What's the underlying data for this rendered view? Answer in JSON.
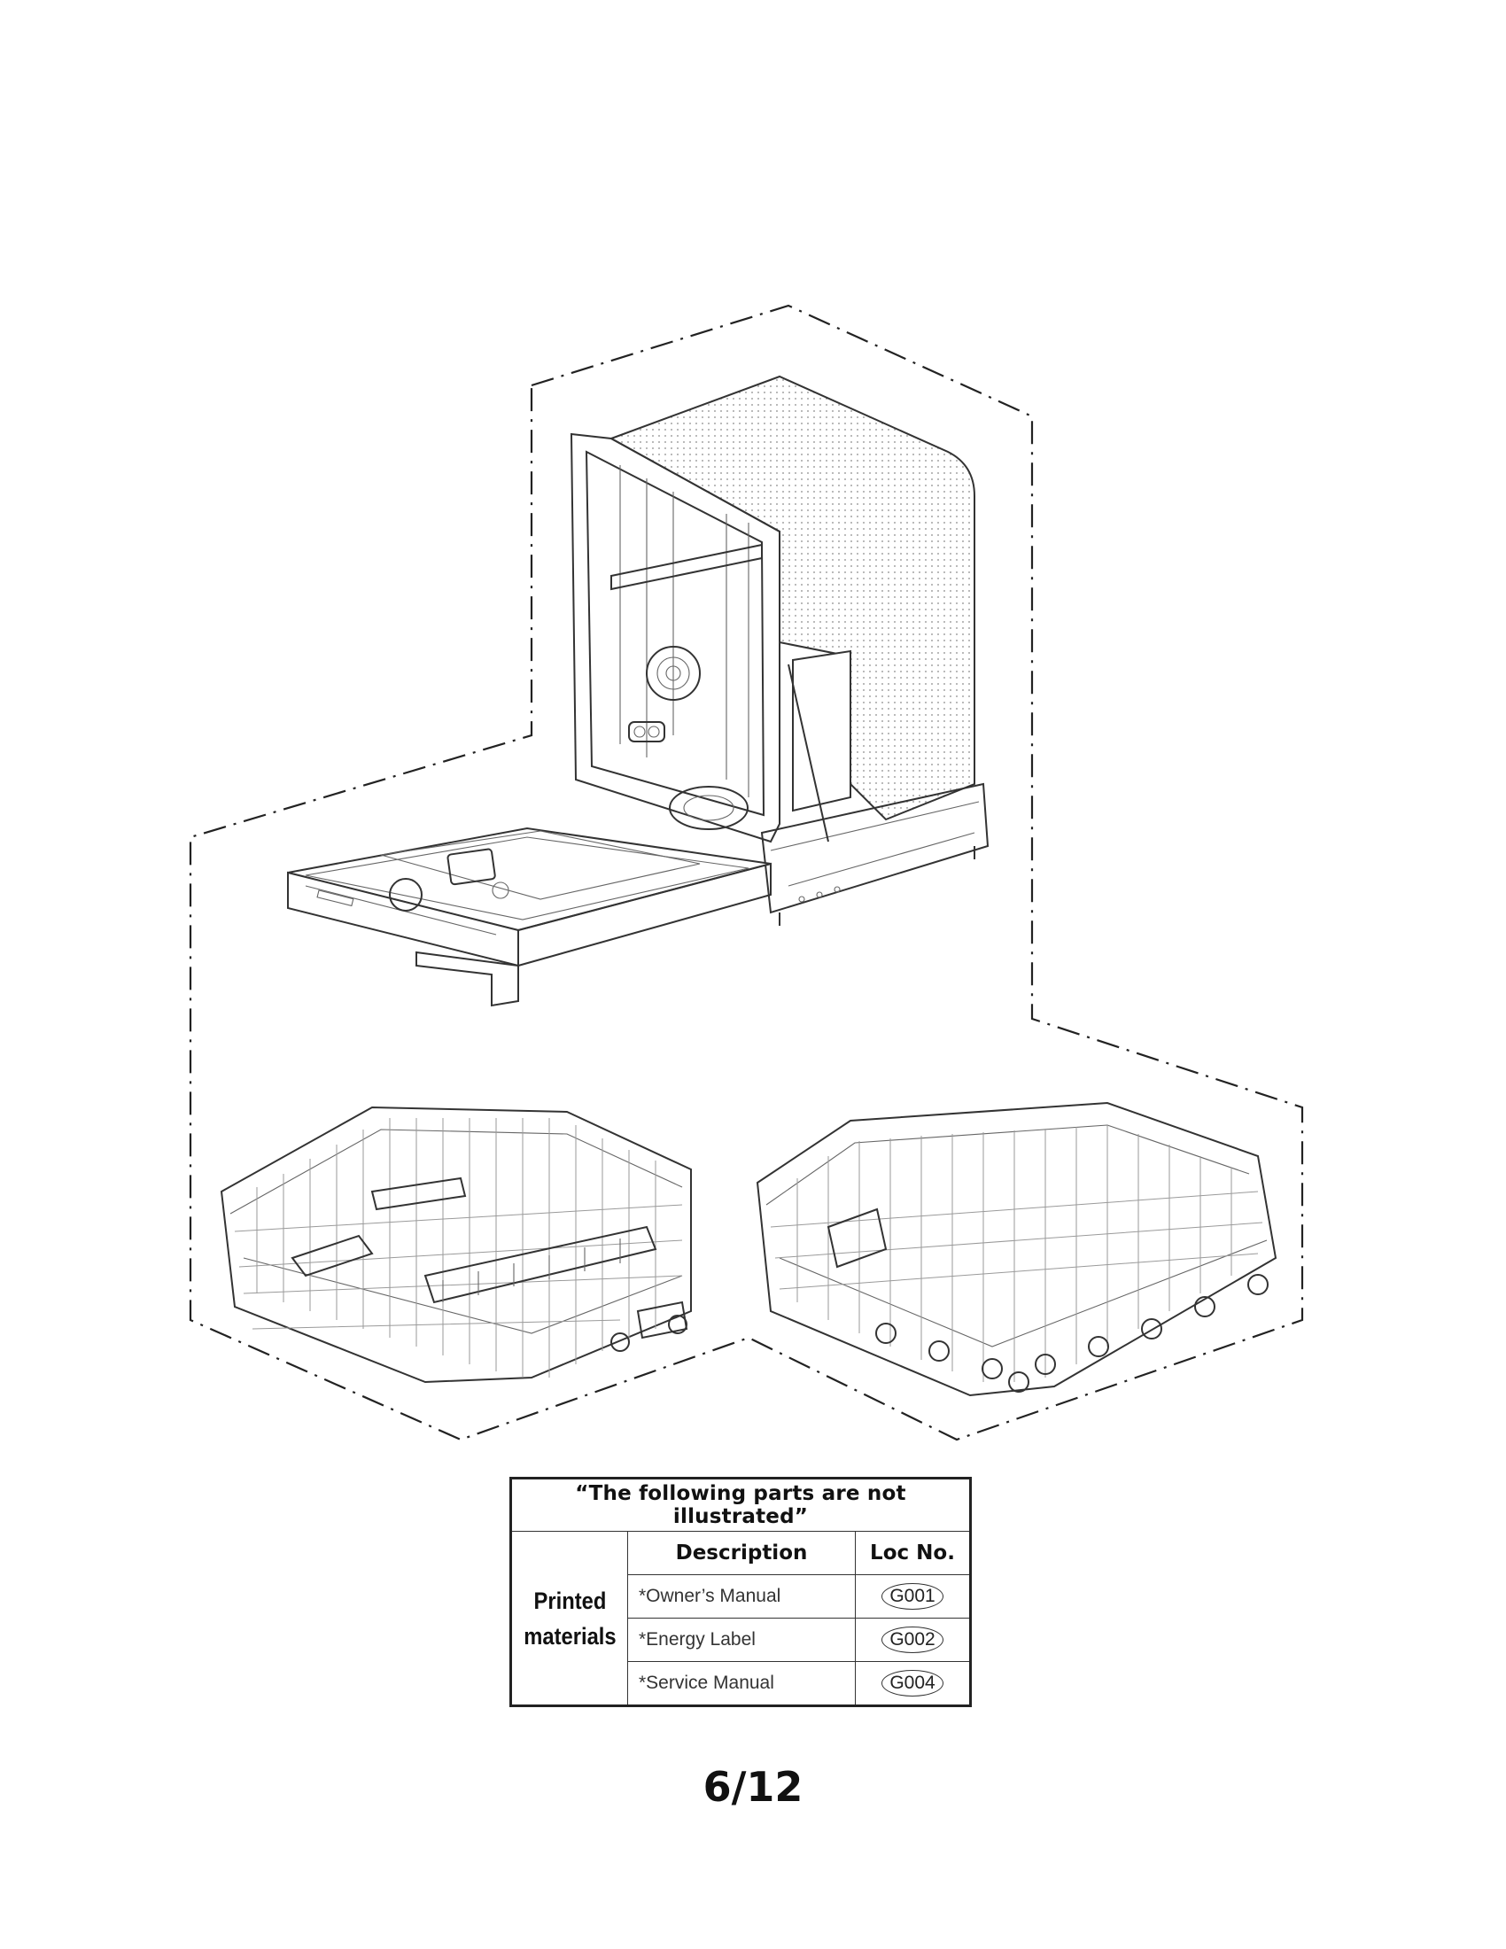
{
  "drawing": {
    "items": [
      "dishwasher-assembly",
      "upper-rack",
      "lower-rack"
    ]
  },
  "table": {
    "title": "“The following parts are not illustrated”",
    "headers": {
      "description": "Description",
      "loc": "Loc No."
    },
    "group_line1": "Printed",
    "group_line2": "materials",
    "rows": [
      {
        "description": "*Owner’s Manual",
        "loc": "G001"
      },
      {
        "description": "*Energy Label",
        "loc": "G002"
      },
      {
        "description": "*Service Manual",
        "loc": "G004"
      }
    ]
  },
  "page_number": "6/12"
}
